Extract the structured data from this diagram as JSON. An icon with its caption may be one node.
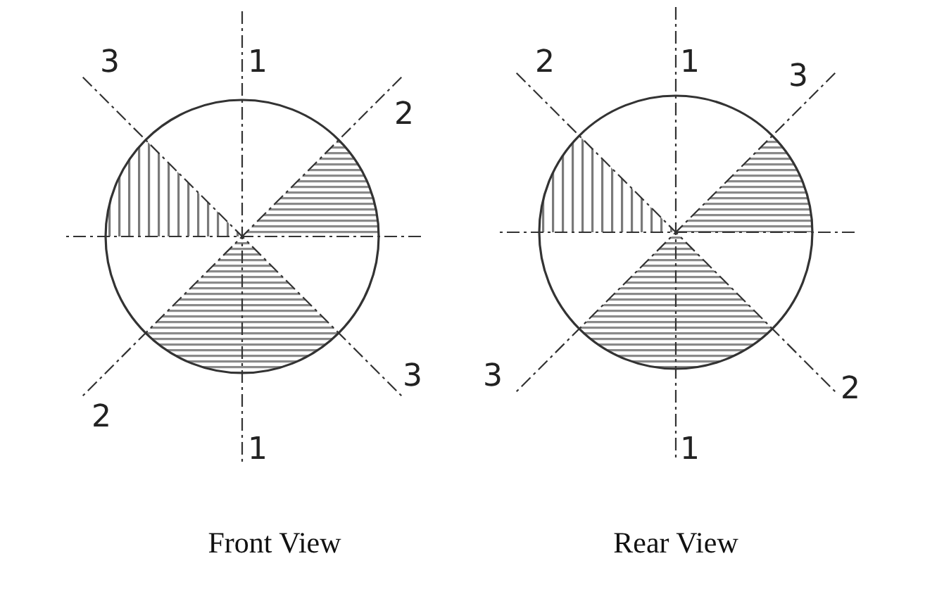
{
  "diagram": {
    "labels": [
      "3",
      "1",
      "2",
      "3",
      "2",
      "1",
      "Front View",
      "2",
      "1",
      "3",
      "3",
      "2",
      "1",
      "Rear View"
    ]
  }
}
